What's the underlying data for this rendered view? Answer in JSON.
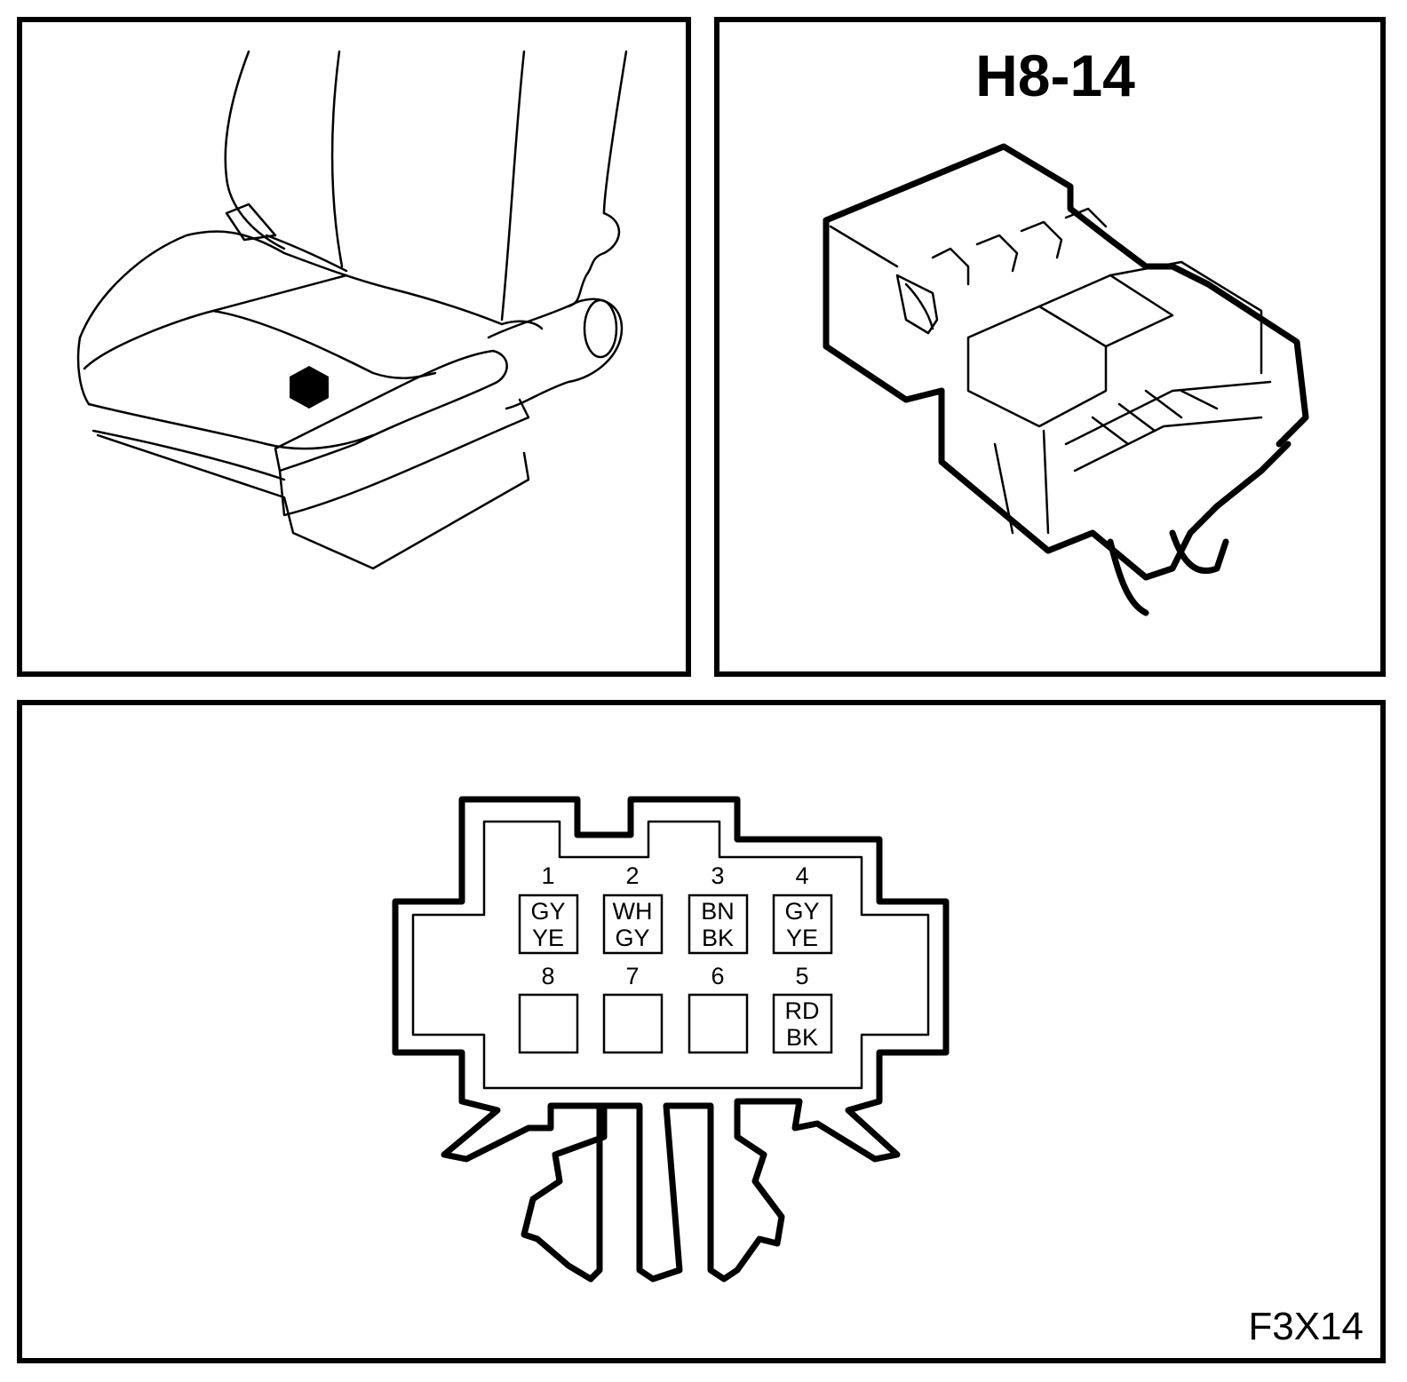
{
  "connector": {
    "title": "H8-14",
    "figure_id": "F3X14"
  },
  "pins_top": [
    {
      "num": "1",
      "color1": "GY",
      "color2": "YE"
    },
    {
      "num": "2",
      "color1": "WH",
      "color2": "GY"
    },
    {
      "num": "3",
      "color1": "BN",
      "color2": "BK"
    },
    {
      "num": "4",
      "color1": "GY",
      "color2": "YE"
    }
  ],
  "pins_bottom": [
    {
      "num": "8",
      "color1": "",
      "color2": ""
    },
    {
      "num": "7",
      "color1": "",
      "color2": ""
    },
    {
      "num": "6",
      "color1": "",
      "color2": ""
    },
    {
      "num": "5",
      "color1": "RD",
      "color2": "BK"
    }
  ]
}
